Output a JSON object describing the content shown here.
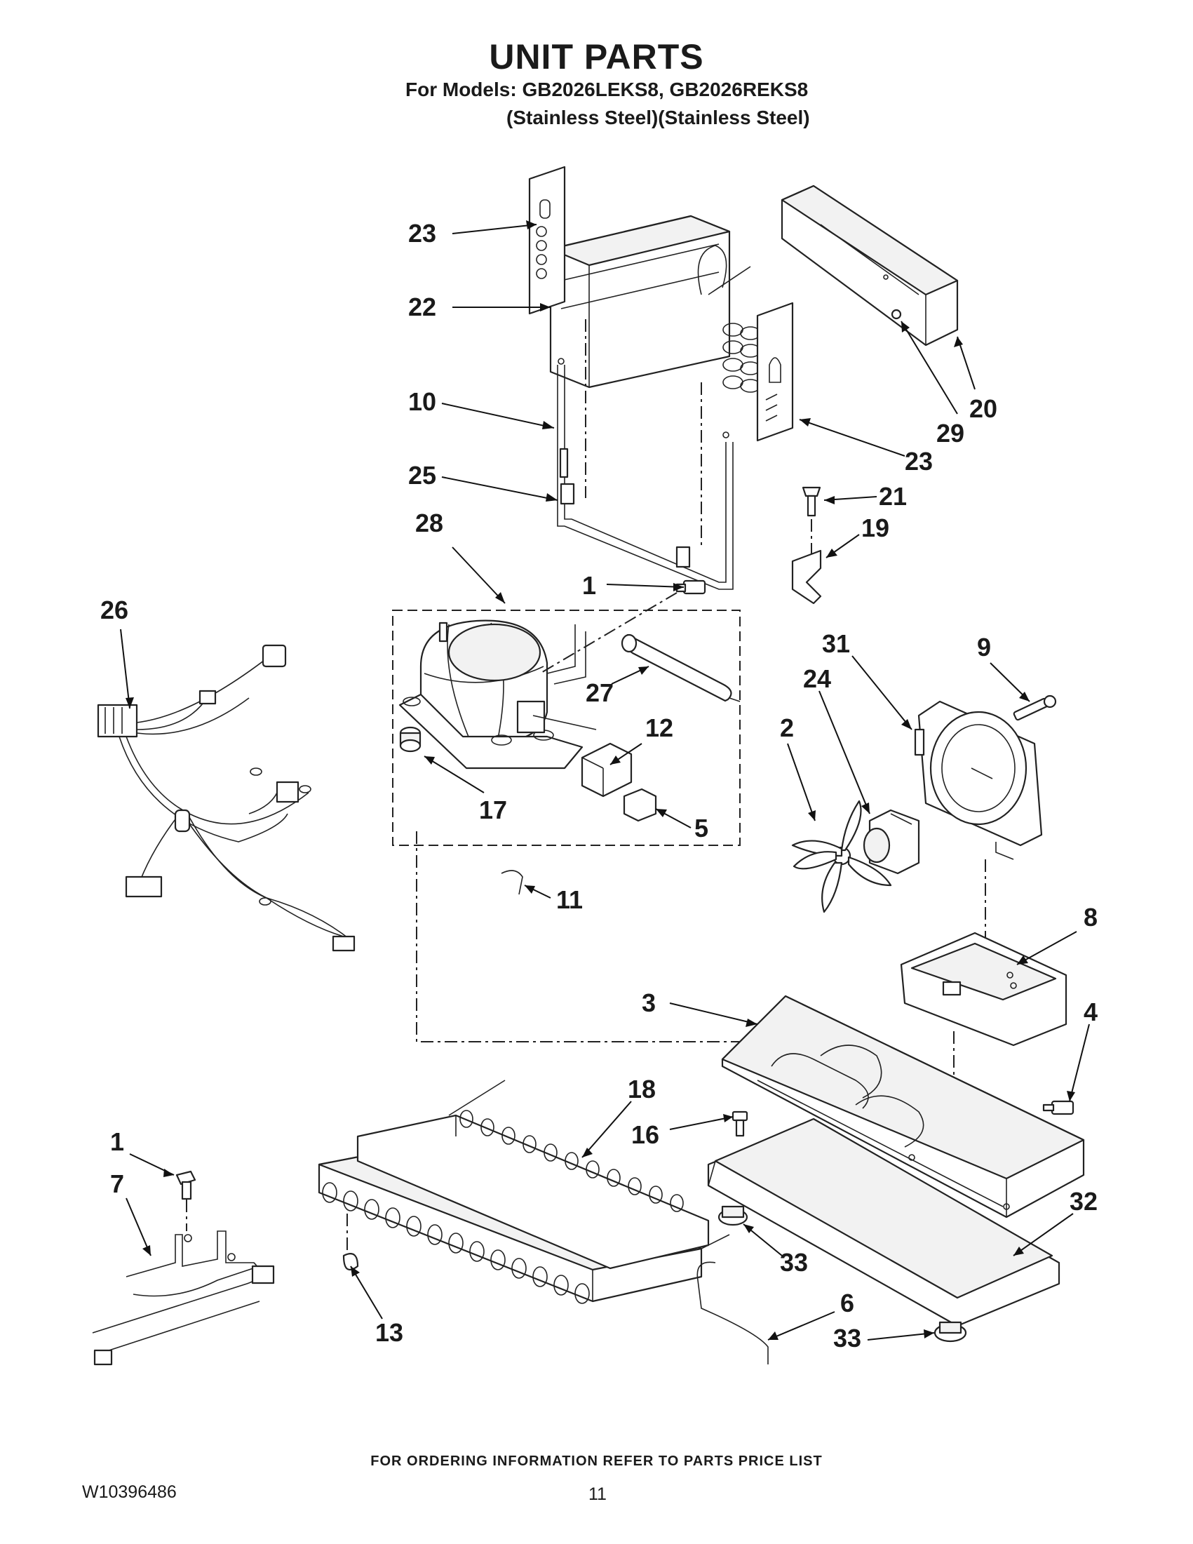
{
  "header": {
    "title": "UNIT PARTS",
    "models_line": "For Models: GB2026LEKS8, GB2026REKS8",
    "finish_line": "(Stainless Steel)(Stainless Steel)"
  },
  "diagram": {
    "callouts": {
      "c23a": "23",
      "c22": "22",
      "c10": "10",
      "c25": "25",
      "c28": "28",
      "c20": "20",
      "c29": "29",
      "c23b": "23",
      "c21": "21",
      "c19": "19",
      "c1a": "1",
      "c26": "26",
      "c27": "27",
      "c12": "12",
      "c17": "17",
      "c5": "5",
      "c31": "31",
      "c9": "9",
      "c24": "24",
      "c2": "2",
      "c11": "11",
      "c8": "8",
      "c3": "3",
      "c4": "4",
      "c18": "18",
      "c16": "16",
      "c1b": "1",
      "c7": "7",
      "c32": "32",
      "c33a": "33",
      "c13": "13",
      "c6": "6",
      "c33b": "33"
    }
  },
  "footer": {
    "ordering_note": "FOR ORDERING INFORMATION REFER TO PARTS PRICE LIST",
    "doc_number": "W10396486",
    "page_number": "11"
  }
}
